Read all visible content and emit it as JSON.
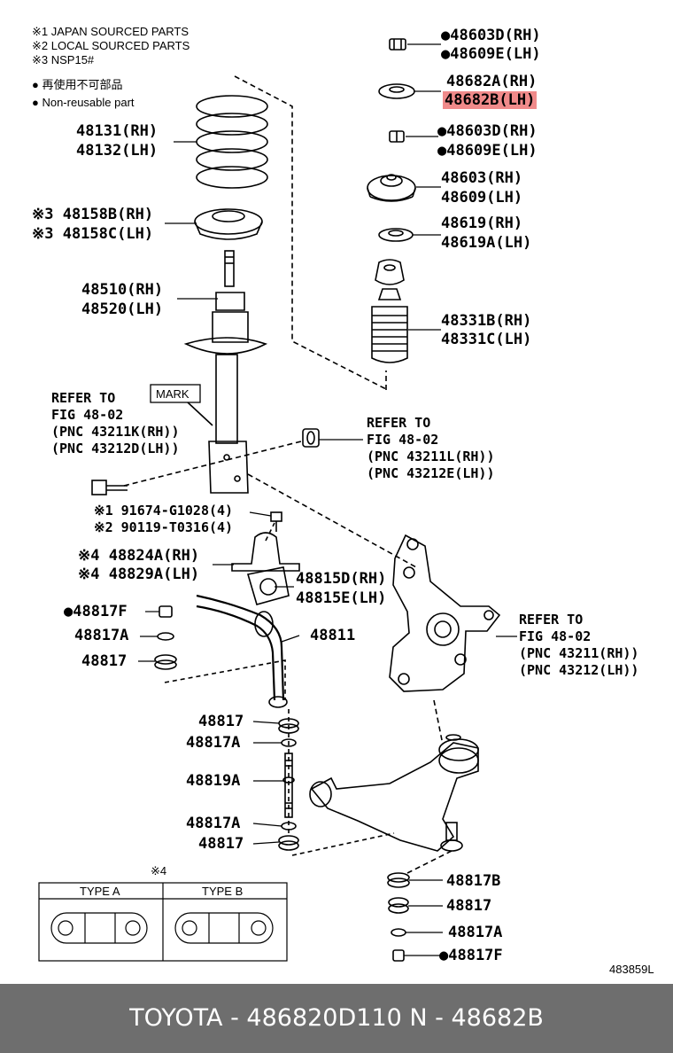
{
  "legend": {
    "note1": "※1 JAPAN SOURCED PARTS",
    "note2": "※2 LOCAL SOURCED PARTS",
    "note3": "※3 NSP15#",
    "reuse_jp": "● 再使用不可部品",
    "reuse_en": "● Non-reusable part"
  },
  "parts": {
    "p48603D_top": "●48603D(RH)",
    "p48609E_top": "●48609E(LH)",
    "p48682A": "48682A(RH)",
    "p48682B": "48682B(LH)",
    "p48603D_mid": "●48603D(RH)",
    "p48609E_mid": "●48609E(LH)",
    "p48603": "48603(RH)",
    "p48609": "48609(LH)",
    "p48619": "48619(RH)",
    "p48619A": "48619A(LH)",
    "p48331B": "48331B(RH)",
    "p48331C": "48331C(LH)",
    "p48131": "48131(RH)",
    "p48132": "48132(LH)",
    "p48158B": "※3 48158B(RH)",
    "p48158C": "※3 48158C(LH)",
    "p48510": "48510(RH)",
    "p48520": "48520(LH)",
    "mark": "MARK",
    "p91674": "※1 91674-G1028(4)",
    "p90119": "※2 90119-T0316(4)",
    "p48824A": "※4 48824A(RH)",
    "p48829A": "※4 48829A(LH)",
    "p48815D": "48815D(RH)",
    "p48815E": "48815E(LH)",
    "p48817F_left": "●48817F",
    "p48817A_left": "48817A",
    "p48817_left": "48817",
    "p48811": "48811",
    "p48817_c1": "48817",
    "p48817A_c1": "48817A",
    "p48819A": "48819A",
    "p48817A_c2": "48817A",
    "p48817_c2": "48817",
    "p48817B": "48817B",
    "p48817_r": "48817",
    "p48817A_r": "48817A",
    "p48817F_r": "●48817F"
  },
  "refs": {
    "left": [
      "REFER TO",
      "FIG 48-02",
      "(PNC 43211K(RH))",
      "(PNC 43212D(LH))"
    ],
    "mid": [
      "REFER TO",
      "FIG 48-02",
      "(PNC 43211L(RH))",
      "(PNC 43212E(LH))"
    ],
    "right": [
      "REFER TO",
      "FIG 48-02",
      "(PNC 43211(RH))",
      "(PNC 43212(LH))"
    ]
  },
  "types": {
    "note": "※4",
    "type_a": "TYPE A",
    "type_b": "TYPE B"
  },
  "fig_code": "483859L",
  "footer": "TOYOTA - 486820D110      N - 48682B",
  "highlight_color": "#f08a8a"
}
